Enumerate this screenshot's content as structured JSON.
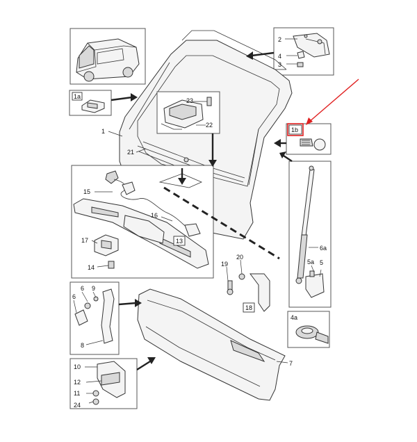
{
  "diagram": {
    "type": "exploded-parts-diagram",
    "callouts": {
      "c1": "1",
      "c1a": "1a",
      "c1b": "1b",
      "c2": "2",
      "c3": "3",
      "c4": "4",
      "c4a": "4a",
      "c5": "5",
      "c5a": "5a",
      "c6": "6",
      "c6a": "6a",
      "c7": "7",
      "c8": "8",
      "c9": "9",
      "c10": "10",
      "c11": "11",
      "c12": "12",
      "c13": "13",
      "c14": "14",
      "c15": "15",
      "c16": "16",
      "c17": "17",
      "c18": "18",
      "c19": "19",
      "c20": "20",
      "c21": "21",
      "c22": "22",
      "c23": "23",
      "c24": "24"
    },
    "highlight": {
      "target": "1b",
      "color": "#e02020"
    },
    "colors": {
      "line": "#333333",
      "box_border": "#555555",
      "arrow": "#222222"
    }
  }
}
